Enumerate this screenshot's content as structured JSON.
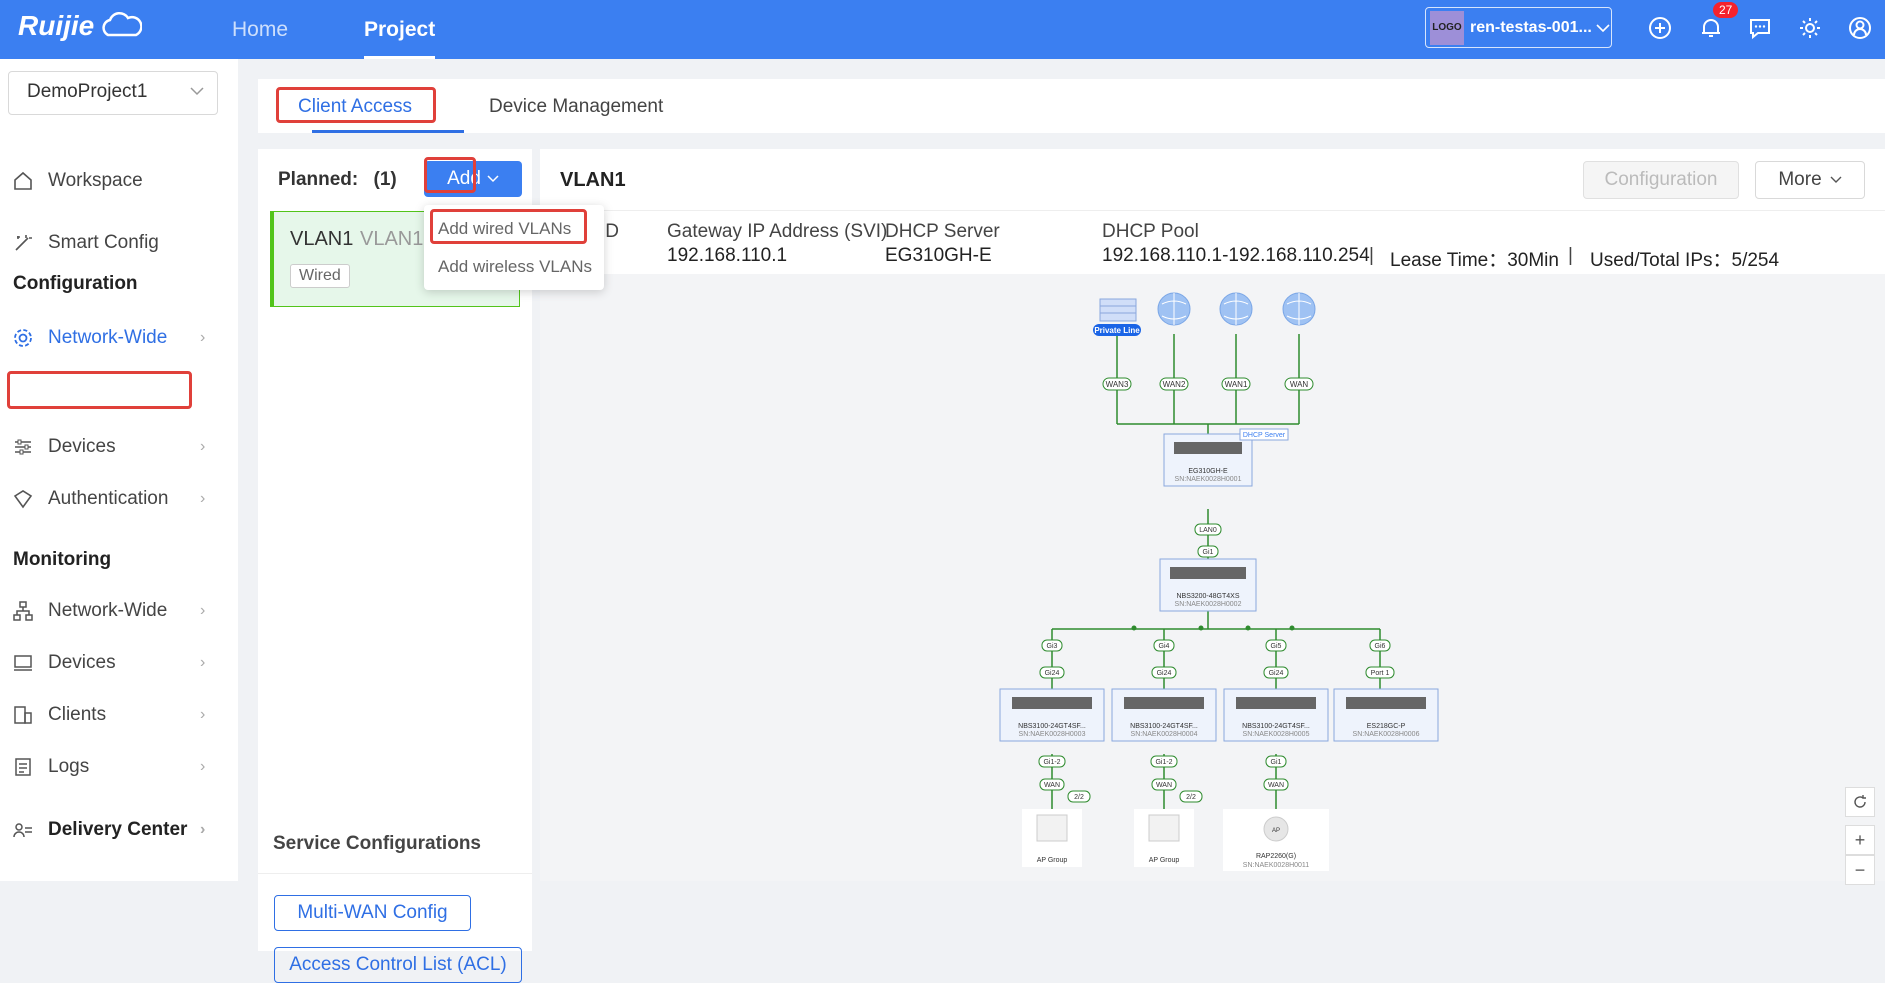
{
  "topbar": {
    "brand": "Ruijie",
    "nav": {
      "home": "Home",
      "project": "Project"
    },
    "org": {
      "logo": "LOGO",
      "name": "ren-testas-001..."
    },
    "notifications_count": "27",
    "icons": [
      "plus-circle-icon",
      "bell-icon",
      "message-icon",
      "settings-icon",
      "user-icon"
    ]
  },
  "sidebar": {
    "project_select": "DemoProject1",
    "items": {
      "workspace": "Workspace",
      "smart_config": "Smart Config",
      "configuration_section": "Configuration",
      "network_wide": "Network-Wide",
      "devices": "Devices",
      "authentication": "Authentication",
      "monitoring_section": "Monitoring",
      "mon_network_wide": "Network-Wide",
      "mon_devices": "Devices",
      "clients": "Clients",
      "logs": "Logs",
      "delivery_center": "Delivery Center"
    }
  },
  "tabs": {
    "client_access": "Client Access",
    "device_management": "Device Management"
  },
  "left_panel": {
    "planned_label": "Planned:",
    "planned_count": "(1)",
    "add_label": "Add",
    "vlan_card": {
      "name": "VLAN1",
      "sub": "VLAN1",
      "tag": "Wired"
    },
    "dropdown": {
      "wired": "Add wired VLANs",
      "wireless": "Add wireless VLANs"
    },
    "services": {
      "title": "Service Configurations",
      "multiwan": "Multi-WAN Config",
      "acl": "Access Control List (ACL)"
    }
  },
  "right_panel": {
    "title": "VLAN1",
    "configuration": "Configuration",
    "more": "More",
    "info": {
      "id_header": "ID",
      "gateway_header": "Gateway IP Address (SVI)",
      "gateway_value": "192.168.110.1",
      "dhcp_server_header": "DHCP Server",
      "dhcp_server_value": "EG310GH-E",
      "dhcp_pool_header": "DHCP Pool",
      "dhcp_pool_value": "192.168.110.1-192.168.110.254",
      "lease_label": "Lease Time：30Min",
      "used_label": "Used/Total IPs：5/254",
      "separator": "|"
    }
  },
  "topology": {
    "private_line": "Private Line",
    "wan_labels": [
      "WAN3",
      "WAN2",
      "WAN1",
      "WAN"
    ],
    "dhcp_tag": "DHCP Server",
    "gateway": {
      "model": "EG310GH-E",
      "sn": "SN:NAEK0028H0001"
    },
    "lan_label": "LAN0",
    "gi1_label": "Gi1",
    "core": {
      "model": "NBS3200-48GT4XS",
      "sn": "SN:NAEK0028H0002"
    },
    "uplinks": [
      "Gi3",
      "Gi4",
      "Gi5",
      "Gi6"
    ],
    "downports": [
      "Gi24",
      "Gi24",
      "Gi24",
      "Port 1"
    ],
    "access": [
      {
        "model": "NBS3100-24GT4SF...",
        "sn": "SN:NAEK0028H0003"
      },
      {
        "model": "NBS3100-24GT4SF...",
        "sn": "SN:NAEK0028H0004"
      },
      {
        "model": "NBS3100-24GT4SF...",
        "sn": "SN:NAEK0028H0005"
      },
      {
        "model": "ES218GC-P",
        "sn": "SN:NAEK0028H0006"
      }
    ],
    "ap_ports": [
      "Gi1-2",
      "Gi1-2",
      "Gi1"
    ],
    "ap_wan": [
      "WAN",
      "WAN",
      "WAN"
    ],
    "ap_counts": [
      "2/2",
      "2/2"
    ],
    "aps": [
      {
        "name": "AP Group",
        "sn": ""
      },
      {
        "name": "AP Group",
        "sn": ""
      },
      {
        "name": "RAP2260(G)",
        "sn": "SN:NAEK0028H0011"
      }
    ],
    "ap_glyph": "AP",
    "zoom_in": "+",
    "zoom_out": "−"
  }
}
